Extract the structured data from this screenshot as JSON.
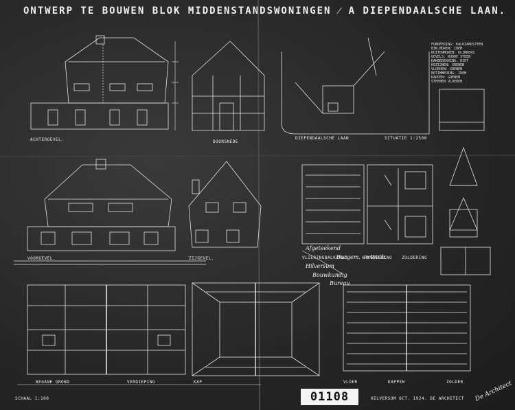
{
  "title": "ONTWERP TE BOUWEN BLOK MIDDENSTANDSWONINGEN ⁄ A DIEPENDAALSCHE LAAN.",
  "labels": {
    "achtergevel": "ACHTERGEVEL.",
    "doorsnede": "DOORSNEDE",
    "diependaalschelaan": "DIEPENDAALSCHE LAAN",
    "situatie": "SITUATIE 1:2500",
    "voorgevel": "VOORGEVEL.",
    "zijgevel": "ZIJGEVEL.",
    "vlieringbalklaag": "VLIERINGBALKLAAG",
    "fundeering": "FUNDEERING",
    "zoldering": "ZOLDERING",
    "begane_grond": "BEGANE GROND",
    "verdieping": "VERDIEPING",
    "kap": "KAP",
    "vloer": "VLOER",
    "kappen": "KAPPEN",
    "zolder": "ZOLDER",
    "schaal": "SCHAAL 1:100",
    "datum": "HILVERSUM  OCT. 1924.  DE ARCHITECT"
  },
  "notes": [
    "FUNDEERING: KALKZANDSTEEN",
    "BIN.MUREN: IDEM",
    "BUITENMUREN: KLINKERS",
    "GEVELS: ROODE STEEN",
    "DAKBEDEKKING: RIET",
    "KOZIJNEN: GRENEN",
    "VLOEREN: GRENEN",
    "BETIMMERING: IDEM",
    "KAPPEN: GRENEN",
    "STEENEN VLOEREN"
  ],
  "handwriting": [
    "Afgeteekend",
    "Burgem. en Weth.",
    "Hilversum",
    "Bouwkundig",
    "Bureau"
  ],
  "stamp": "01108",
  "signature": "De Architect"
}
